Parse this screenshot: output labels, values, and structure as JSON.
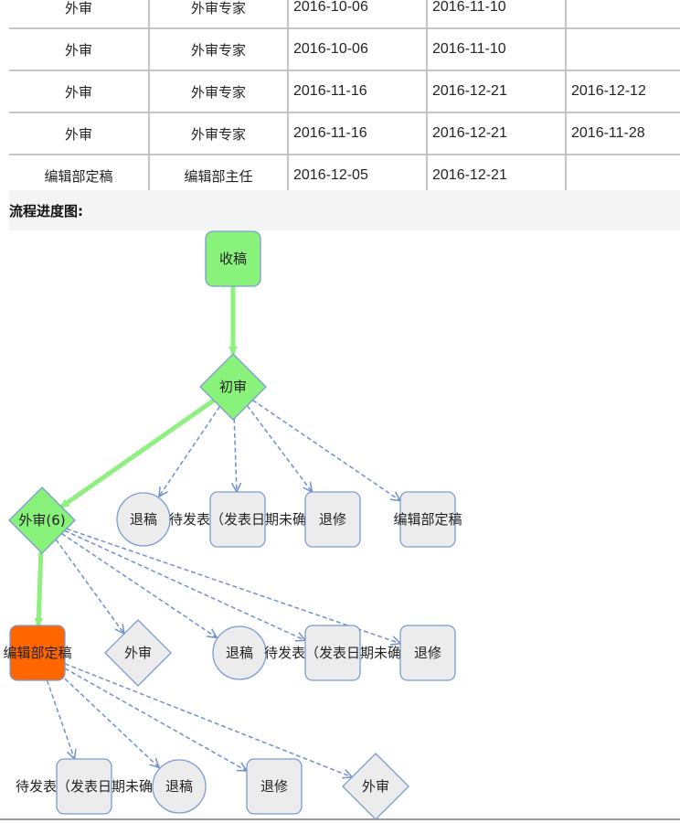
{
  "table": {
    "rows": [
      [
        "外审",
        "外审专家",
        "2016-10-06",
        "2016-11-10",
        ""
      ],
      [
        "外审",
        "外审专家",
        "2016-10-06",
        "2016-11-10",
        ""
      ],
      [
        "外审",
        "外审专家",
        "2016-11-16",
        "2016-12-21",
        "2016-12-12"
      ],
      [
        "外审",
        "外审专家",
        "2016-11-16",
        "2016-12-21",
        "2016-11-28"
      ],
      [
        "编辑部定稿",
        "编辑部主任",
        "2016-12-05",
        "2016-12-21",
        ""
      ]
    ]
  },
  "section": {
    "title": "流程进度图:"
  },
  "flow": {
    "colors": {
      "done": "#88f27a",
      "current": "#ff6600",
      "pending": "#ececec",
      "border": "#7b9bd1",
      "done_edge": "#8ef07e",
      "pending_edge": "#6f8fcf"
    },
    "nodes": [
      {
        "id": "n1",
        "label": "收稿",
        "shape": "rect",
        "state": "done"
      },
      {
        "id": "n2",
        "label": "初审",
        "shape": "diamond",
        "state": "done"
      },
      {
        "id": "n3",
        "label": "外审(6)",
        "shape": "diamond",
        "state": "done"
      },
      {
        "id": "n4",
        "label": "退稿",
        "shape": "circle",
        "state": "pending"
      },
      {
        "id": "n5",
        "label": "待发表（发表日期未确",
        "shape": "rect",
        "state": "pending"
      },
      {
        "id": "n6",
        "label": "退修",
        "shape": "rect",
        "state": "pending"
      },
      {
        "id": "n7",
        "label": "编辑部定稿",
        "shape": "rect",
        "state": "pending"
      },
      {
        "id": "n8",
        "label": "编辑部定稿",
        "shape": "rect",
        "state": "current"
      },
      {
        "id": "n9",
        "label": "外审",
        "shape": "diamond",
        "state": "pending"
      },
      {
        "id": "n10",
        "label": "退稿",
        "shape": "circle",
        "state": "pending"
      },
      {
        "id": "n11",
        "label": "待发表（发表日期未确",
        "shape": "rect",
        "state": "pending"
      },
      {
        "id": "n12",
        "label": "退修",
        "shape": "rect",
        "state": "pending"
      },
      {
        "id": "n13",
        "label": "待发表（发表日期未确",
        "shape": "rect",
        "state": "pending"
      },
      {
        "id": "n14",
        "label": "退稿",
        "shape": "circle",
        "state": "pending"
      },
      {
        "id": "n15",
        "label": "退修",
        "shape": "rect",
        "state": "pending"
      },
      {
        "id": "n16",
        "label": "外审",
        "shape": "diamond",
        "state": "pending"
      }
    ],
    "edges": [
      {
        "from": "n1",
        "to": "n2",
        "state": "done"
      },
      {
        "from": "n2",
        "to": "n3",
        "state": "done"
      },
      {
        "from": "n2",
        "to": "n4",
        "state": "pending"
      },
      {
        "from": "n2",
        "to": "n5",
        "state": "pending"
      },
      {
        "from": "n2",
        "to": "n6",
        "state": "pending"
      },
      {
        "from": "n2",
        "to": "n7",
        "state": "pending"
      },
      {
        "from": "n3",
        "to": "n8",
        "state": "done"
      },
      {
        "from": "n3",
        "to": "n9",
        "state": "pending"
      },
      {
        "from": "n3",
        "to": "n10",
        "state": "pending"
      },
      {
        "from": "n3",
        "to": "n11",
        "state": "pending"
      },
      {
        "from": "n3",
        "to": "n12",
        "state": "pending"
      },
      {
        "from": "n8",
        "to": "n13",
        "state": "pending"
      },
      {
        "from": "n8",
        "to": "n14",
        "state": "pending"
      },
      {
        "from": "n8",
        "to": "n15",
        "state": "pending"
      },
      {
        "from": "n8",
        "to": "n16",
        "state": "pending"
      }
    ]
  }
}
